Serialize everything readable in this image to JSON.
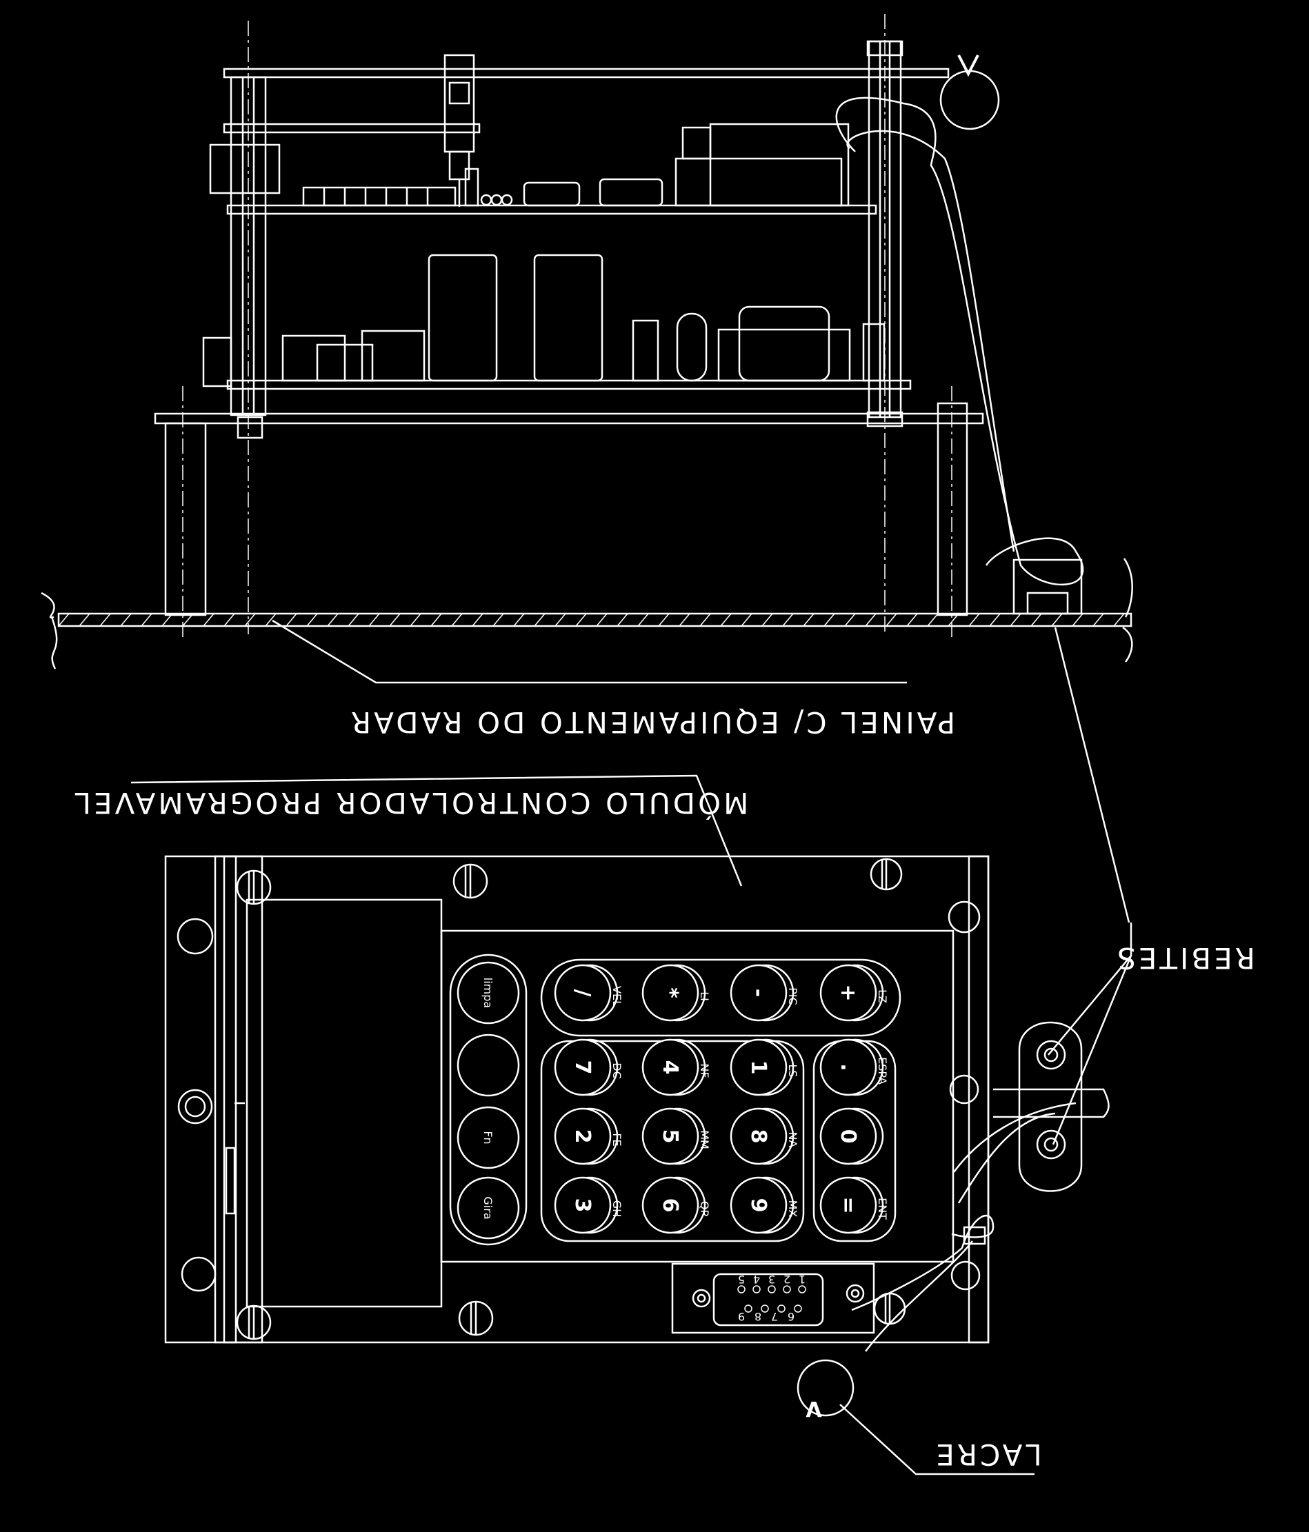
{
  "labels": {
    "panel": "PAINEL C/ EQUIPAMENTO DO RADAR",
    "module": "MÓDULO CONTROLADOR PROGRAMAVEL",
    "rivets": "REBITES",
    "seal": "LACRE"
  },
  "keypad": {
    "left_column": [
      "limpa",
      "",
      "Fn",
      "Gira"
    ],
    "rows": [
      [
        {
          "main": "/",
          "sub": "VEL"
        },
        {
          "main": "*",
          "sub": "LI"
        },
        {
          "main": "-",
          "sub": "PIC"
        },
        {
          "main": "+",
          "sub": "LZ"
        }
      ],
      [
        {
          "main": "7",
          "sub": "DC"
        },
        {
          "main": "4",
          "sub": "NF"
        },
        {
          "main": "1",
          "sub": "LS"
        },
        {
          "main": ".",
          "sub": "ESPA"
        }
      ],
      [
        {
          "main": "2",
          "sub": "FE"
        },
        {
          "main": "5",
          "sub": "MM"
        },
        {
          "main": "8",
          "sub": "NA"
        },
        {
          "main": "0",
          "sub": ""
        }
      ],
      [
        {
          "main": "3",
          "sub": "GH"
        },
        {
          "main": "6",
          "sub": "QP"
        },
        {
          "main": "9",
          "sub": "MX"
        },
        {
          "main": "=",
          "sub": "ENT"
        }
      ]
    ]
  },
  "connector": {
    "top_pins": [
      "5",
      "4",
      "3",
      "2",
      "1"
    ],
    "bottom_pins": [
      "9",
      "8",
      "7",
      "6"
    ]
  },
  "seal_mark": "V"
}
